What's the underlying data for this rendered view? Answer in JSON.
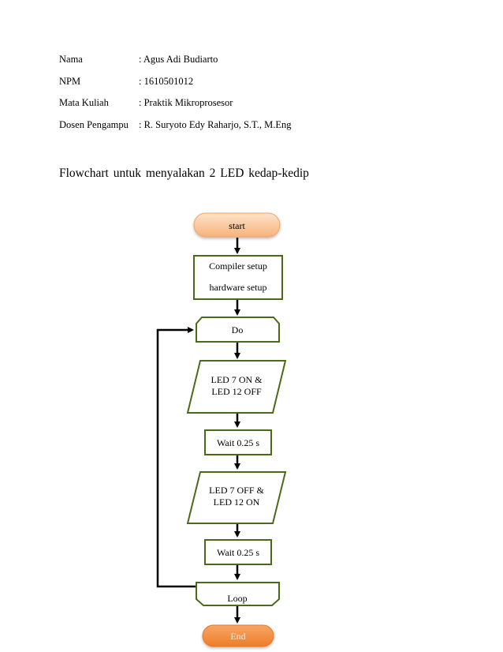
{
  "info": [
    {
      "label": "Nama",
      "value": ": Agus  Adi Budiarto"
    },
    {
      "label": "NPM",
      "value": ": 1610501012"
    },
    {
      "label": "Mata Kuliah",
      "value": ": Praktik  Mikroprosesor"
    },
    {
      "label": "Dosen Pengampu",
      "value": ": R. Suryoto  Edy  Raharjo,  S.T., M.Eng"
    }
  ],
  "heading": "Flowchart  untuk  menyalakan  2 LED kedap-kedip",
  "flowchart": {
    "start": "start",
    "setup_line1": "Compiler  setup",
    "setup_line2": "hardware  setup",
    "do": "Do",
    "led1_line1": "LED  7 ON &",
    "led1_line2": "LED  12 OFF",
    "wait1": "Wait  0.25  s",
    "led2_line1": "LED  7 OFF &",
    "led2_line2": "LED  12 ON",
    "wait2": "Wait  0.25  s",
    "loop": "Loop",
    "end": "End"
  },
  "colors": {
    "box_border": "#4a6a1a",
    "terminal_fill_start": "#f9c79a",
    "terminal_fill_end": "#f08a3c",
    "arrow": "#000000"
  }
}
